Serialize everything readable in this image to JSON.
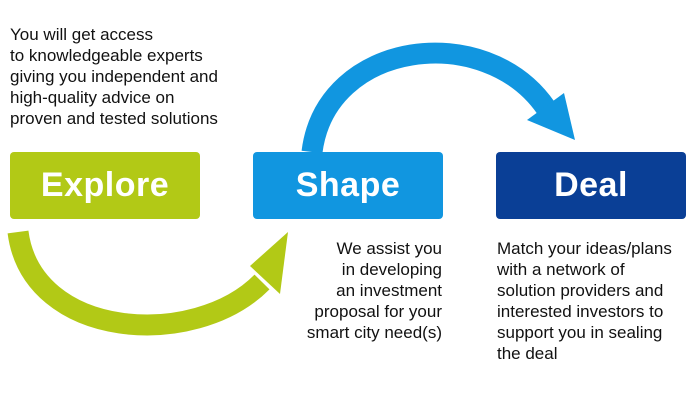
{
  "colors": {
    "explore": "#b2c916",
    "shape": "#1196e0",
    "deal": "#0a3f96"
  },
  "steps": [
    {
      "label": "Explore",
      "description": "You will get access\nto knowledgeable experts\ngiving you independent and\nhigh-quality advice on\nproven and tested solutions"
    },
    {
      "label": "Shape",
      "description": "We assist you\nin developing\nan investment\nproposal for your\nsmart city need(s)"
    },
    {
      "label": "Deal",
      "description": "Match your ideas/plans\nwith a network of\nsolution providers and\ninterested investors to\nsupport you in sealing\nthe deal"
    }
  ]
}
